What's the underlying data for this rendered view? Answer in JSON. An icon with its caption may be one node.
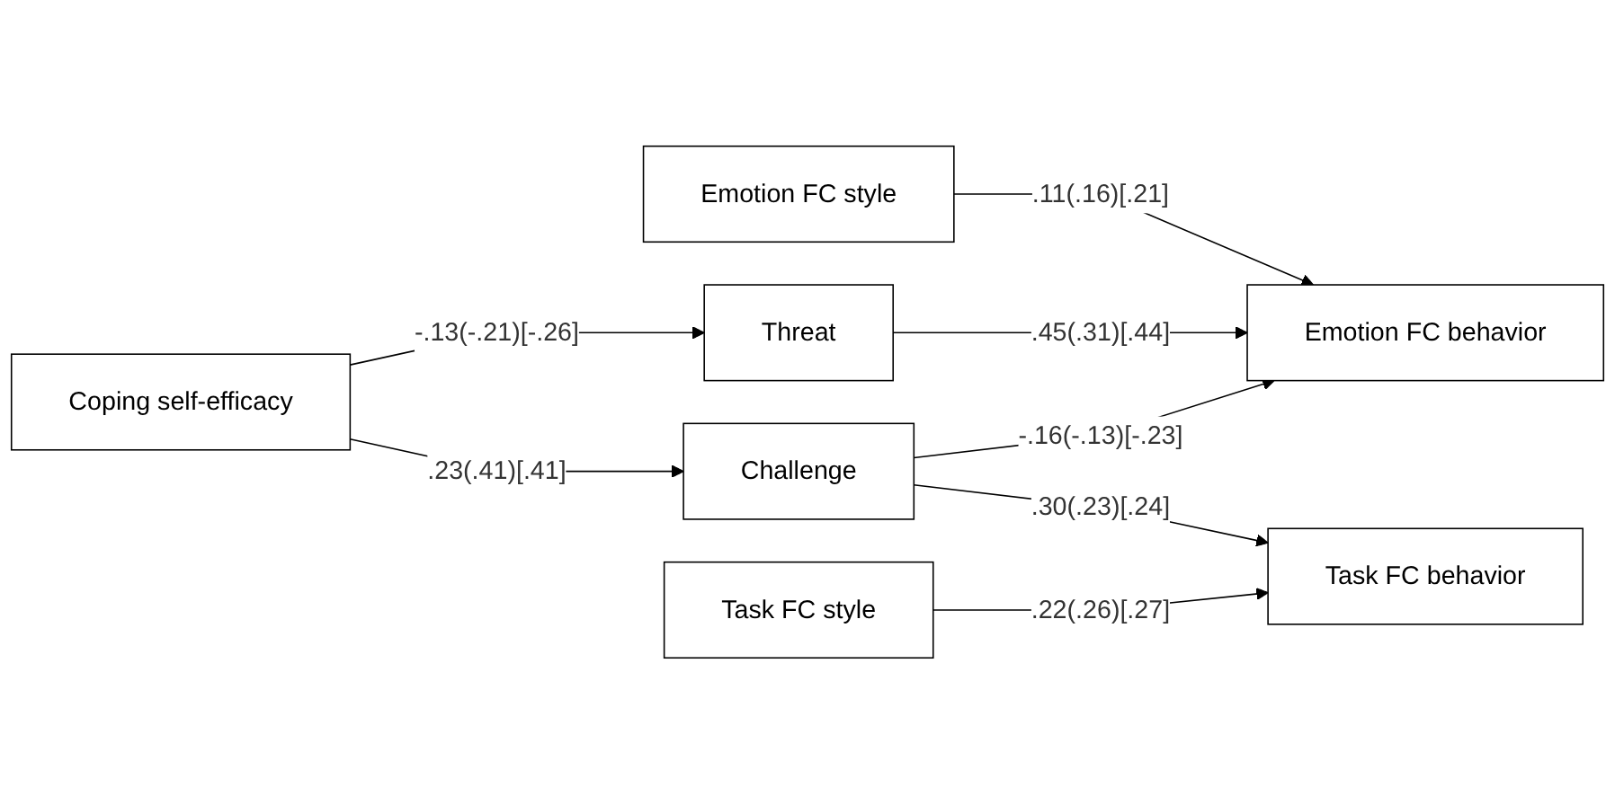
{
  "diagram": {
    "nodes": [
      {
        "text": [
          "Emotion FC style"
        ]
      },
      {
        "text": [
          "Coping self-efficacy"
        ]
      },
      {
        "text": [
          "Task FC style"
        ]
      },
      {
        "text": [
          "Threat"
        ]
      },
      {
        "text": [
          "Challenge"
        ]
      },
      {
        "text": [
          "Emotion FC behavior"
        ]
      },
      {
        "text": [
          "Task FC behavior"
        ]
      }
    ],
    "edges": [
      {
        "from": 0,
        "to": 5,
        "arrow": "to",
        "label": ".11(.16)[.21]"
      },
      {
        "from": 1,
        "to": 3,
        "arrow": "to",
        "label": "-.13(-.21)[-.26]"
      },
      {
        "from": 1,
        "to": 4,
        "arrow": "to",
        "label": ".23(.41)[.41]"
      },
      {
        "from": 3,
        "to": 5,
        "arrow": "to",
        "label": ".45(.31)[.44]"
      },
      {
        "from": 4,
        "to": 5,
        "arrow": "to",
        "label": "-.16(-.13)[-.23]"
      },
      {
        "from": 4,
        "to": 6,
        "arrow": "to",
        "label": ".30(.23)[.24]"
      },
      {
        "from": 2,
        "to": 6,
        "arrow": "to",
        "label": ".22(.26)[.27]"
      }
    ]
  }
}
